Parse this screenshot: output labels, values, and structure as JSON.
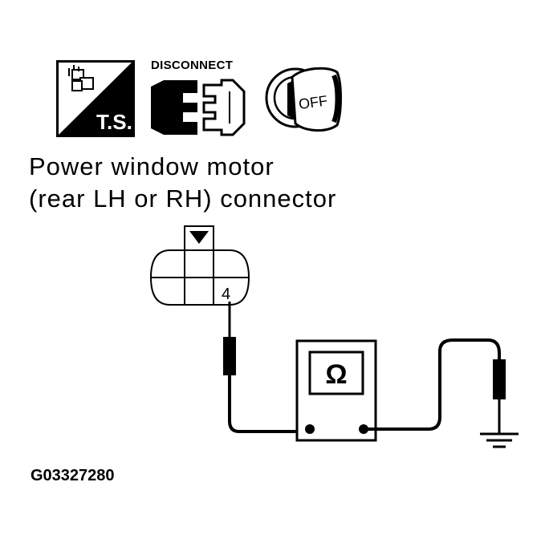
{
  "icons": {
    "ts_label": "T.S.",
    "disconnect_label": "DISCONNECT",
    "key_label": "OFF"
  },
  "title": {
    "line1": "Power window motor",
    "line2": "(rear LH or RH) connector"
  },
  "connector": {
    "terminal": "4"
  },
  "meter": {
    "symbol": "Ω"
  },
  "figure_code": "G03327280"
}
